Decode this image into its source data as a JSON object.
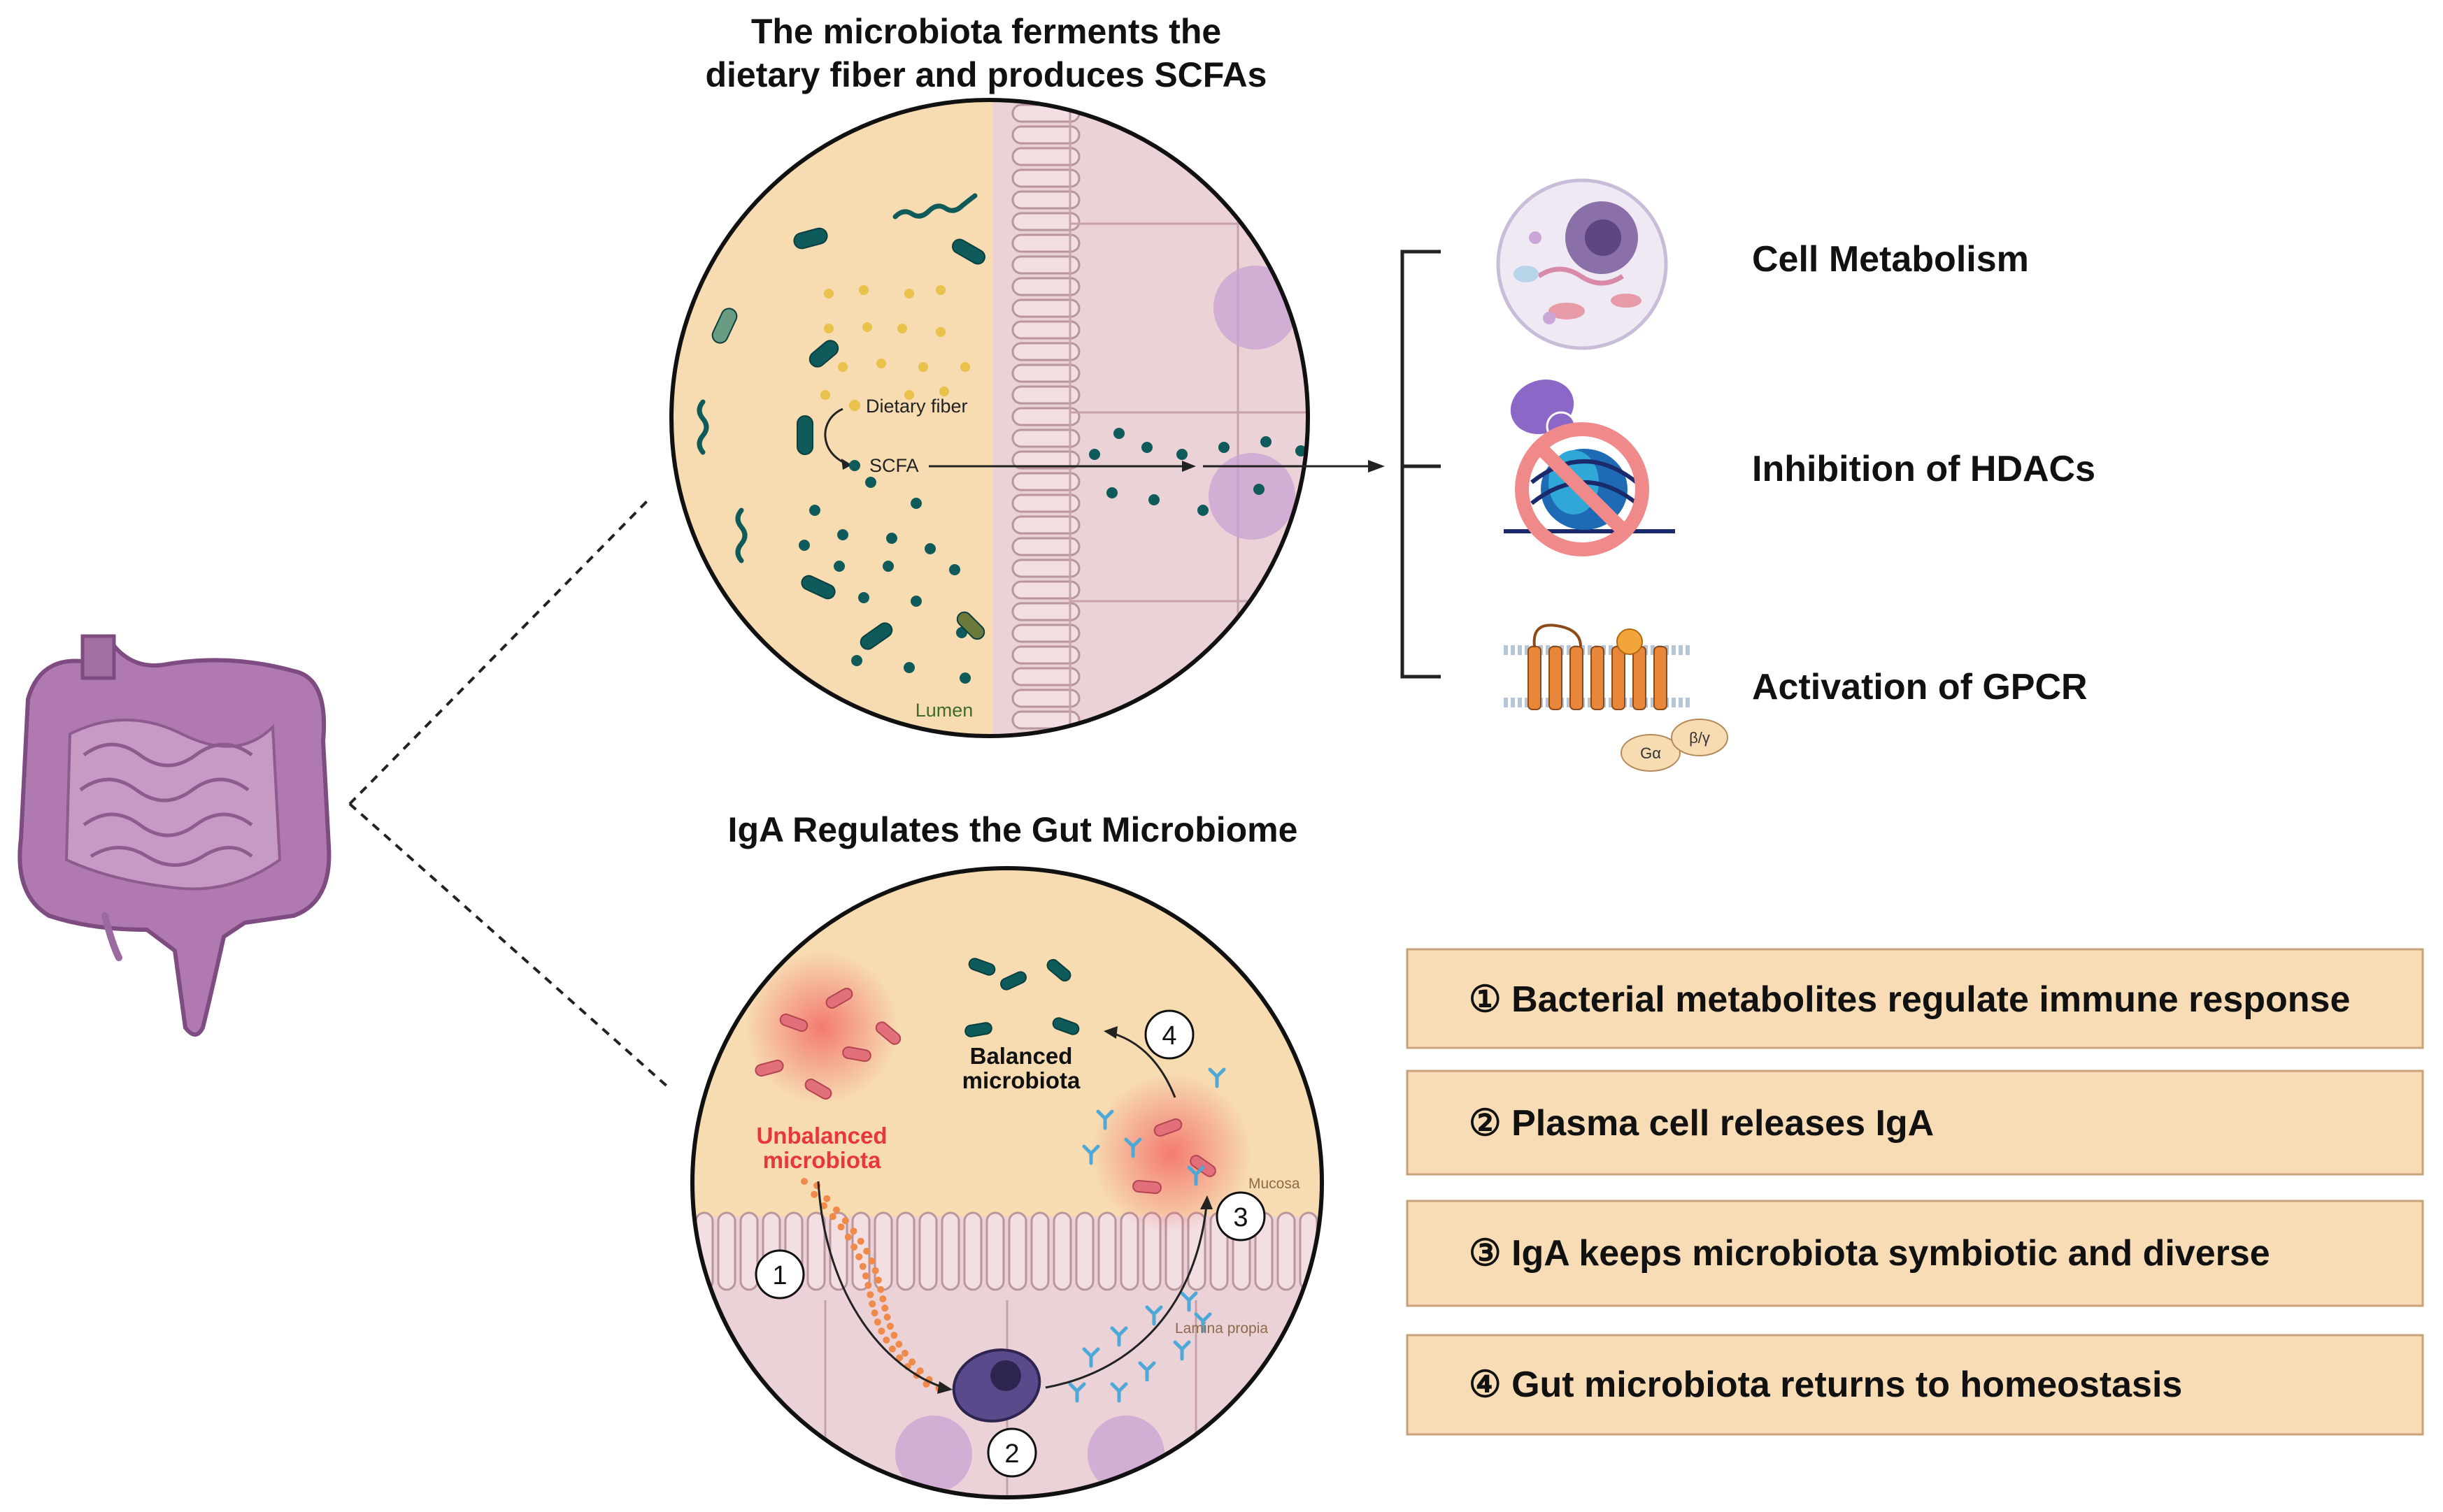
{
  "top_panel": {
    "title_line1": "The microbiota ferments the",
    "title_line2": "dietary fiber and produces SCFAs",
    "label_fiber": "Dietary fiber",
    "label_scfa": "SCFA",
    "label_lumen": "Lumen"
  },
  "effects": [
    {
      "label": "Cell Metabolism",
      "icon": "cell-icon"
    },
    {
      "label": "Inhibition of HDACs",
      "icon": "hdac-inhibition-icon"
    },
    {
      "label": "Activation of GPCR",
      "icon": "gpcr-icon"
    }
  ],
  "gpcr_labels": {
    "alpha": "Gα",
    "beta_gamma": "β/γ"
  },
  "bottom_panel": {
    "title": "IgA Regulates the Gut Microbiome",
    "balanced_line1": "Balanced",
    "balanced_line2": "microbiota",
    "unbalanced_line1": "Unbalanced",
    "unbalanced_line2": "microbiota",
    "label_mucosa": "Mucosa",
    "label_lamina": "Lamina propia",
    "step_numbers": [
      "1",
      "2",
      "3",
      "4"
    ]
  },
  "steps": [
    "① Bacterial metabolites regulate immune response",
    "② Plasma cell releases IgA",
    "③ IgA keeps microbiota symbiotic and diverse",
    "④ Gut microbiota returns to homeostasis"
  ],
  "colors": {
    "lumen_bg": "#f7dcb2",
    "tissue_bg": "#ead2d6",
    "intestine": "#a0699f",
    "bacteria_teal": "#0f5a5a",
    "scfa_dot": "#0f5a5a",
    "fiber_dot": "#e8c24a",
    "unbalanced_red": "#e8363d",
    "iga_blue": "#4ea8d8",
    "step_box": "#f8dcb6",
    "gpcr_orange": "#e8863a"
  }
}
